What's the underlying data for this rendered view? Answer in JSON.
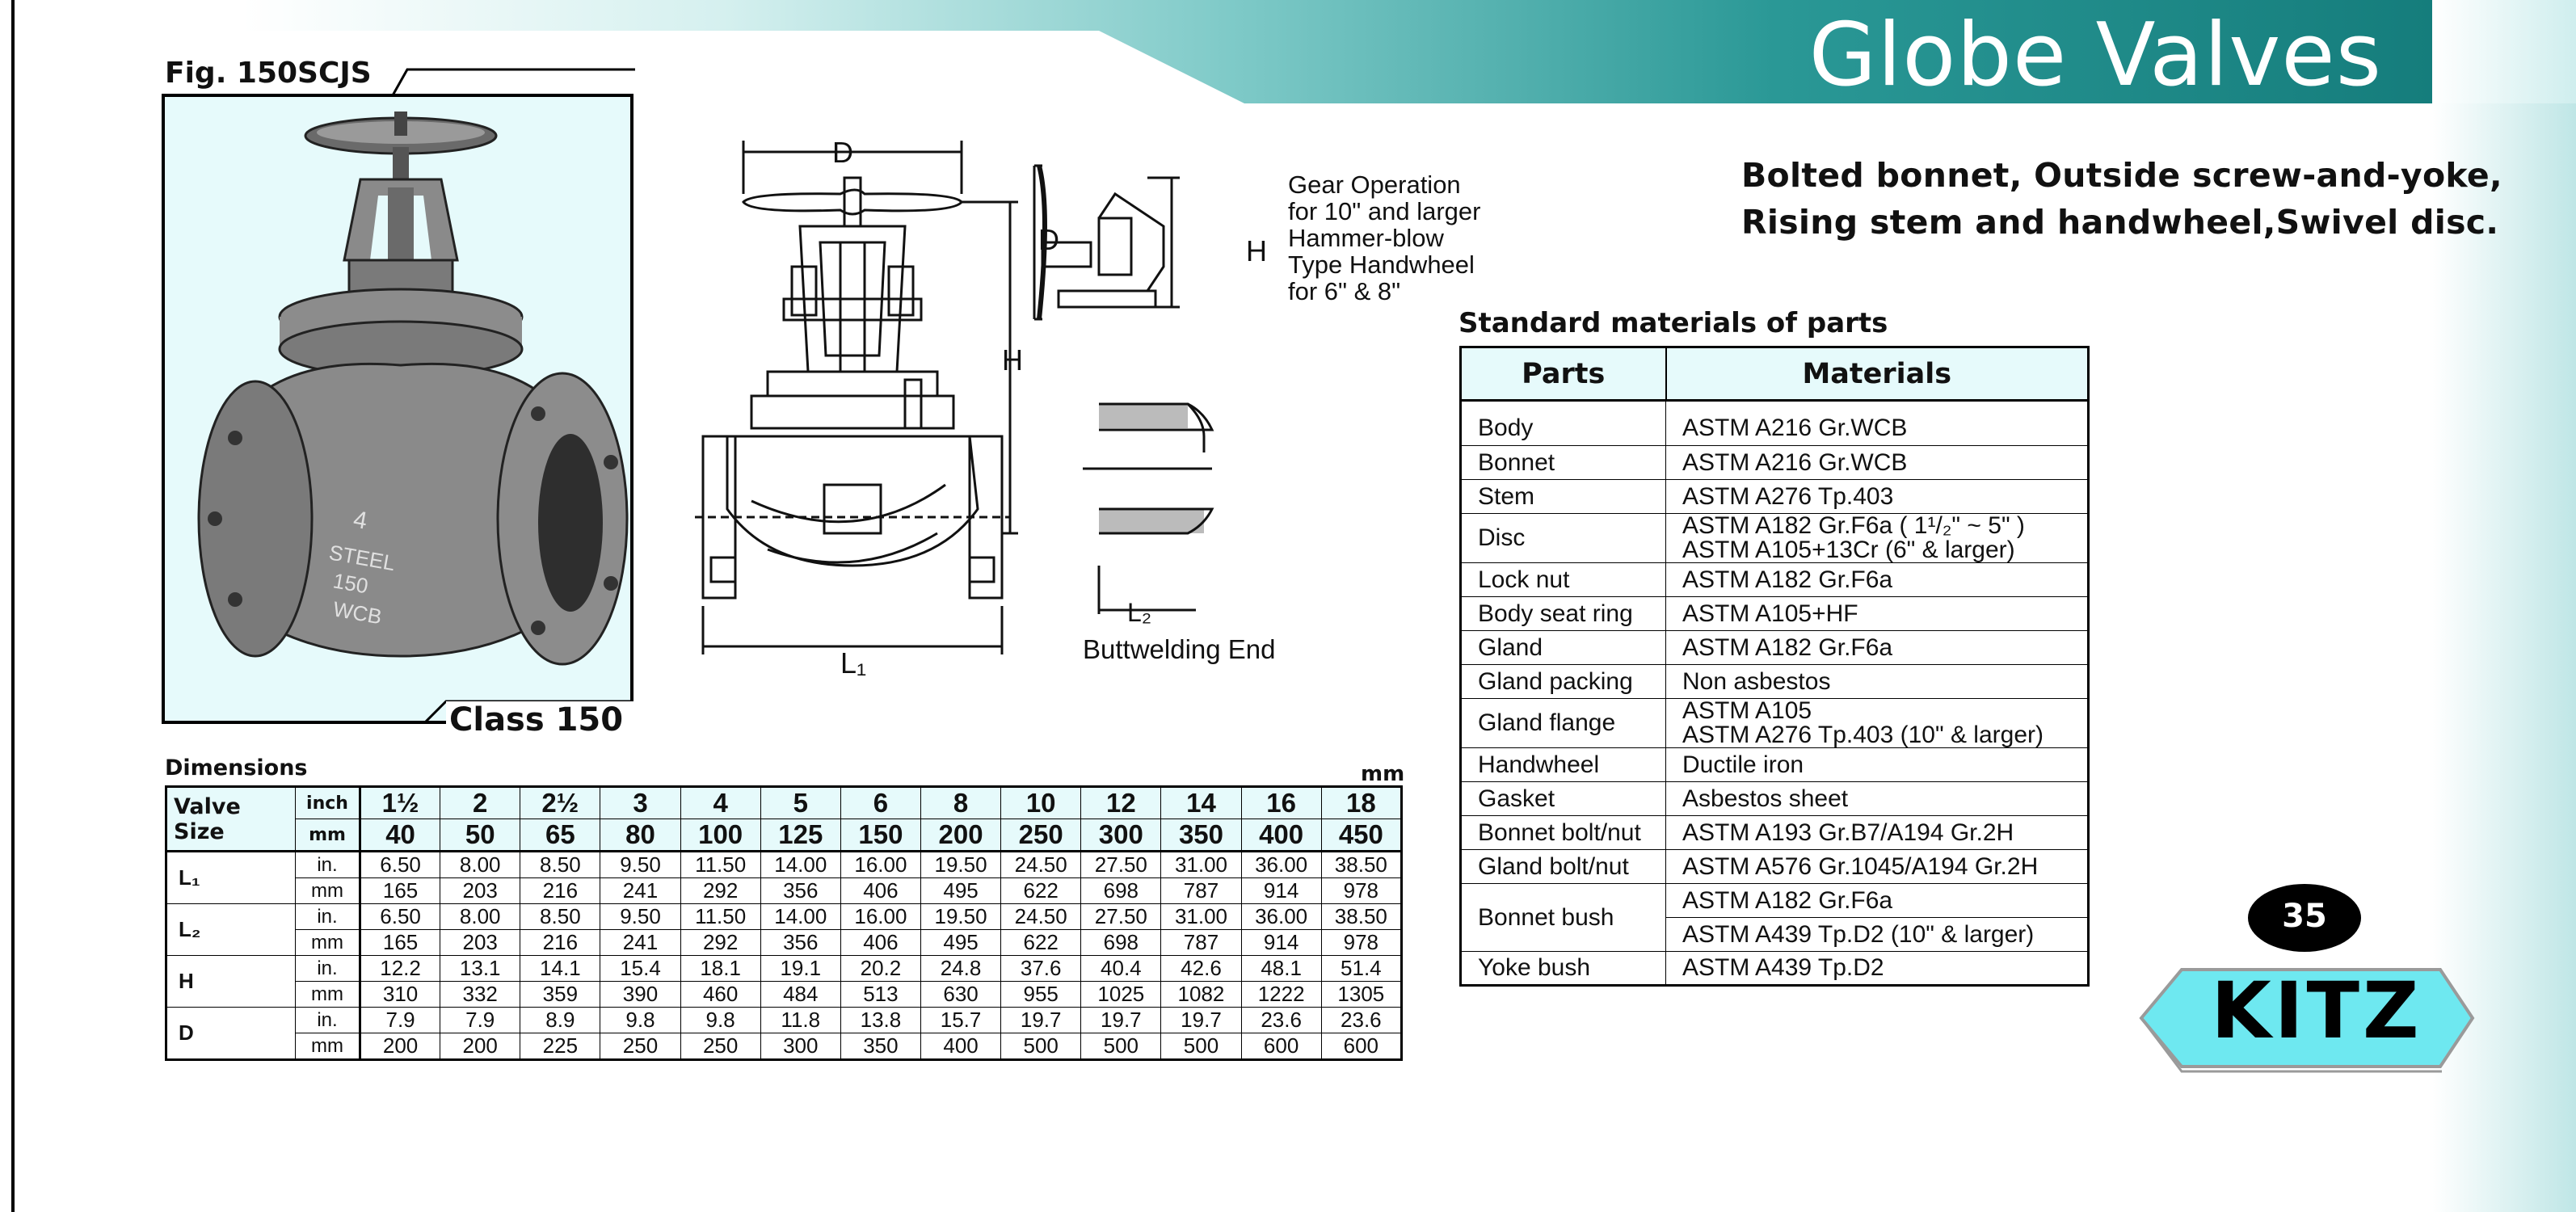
{
  "header": {
    "title": "Globe Valves",
    "band_color": "#1a8d8c",
    "band_light": "#cfeeee"
  },
  "subtitle": {
    "line1": "Bolted bonnet, Outside screw-and-yoke,",
    "line2": "Rising stem and handwheel,Swivel disc."
  },
  "figure": {
    "fig_label": "Fig. 150SCJS",
    "class_label": "Class 150",
    "photo_bg": "#e6fafb"
  },
  "drawing": {
    "gear_note": [
      "Gear Operation",
      "for 10\" and larger",
      "Hammer-blow",
      "Type Handwheel",
      "for 6\" & 8\""
    ],
    "buttwelding_label": "Buttwelding End",
    "dim_d": "D",
    "dim_h": "H",
    "dim_l1": "L₁",
    "dim_l2": "L₂"
  },
  "dimensions": {
    "title": "Dimensions",
    "unit_note": "mm",
    "valve_size_label": "Valve Size",
    "inch_label": "inch",
    "mm_label": "mm",
    "sizes_inch": [
      "1½",
      "2",
      "2½",
      "3",
      "4",
      "5",
      "6",
      "8",
      "10",
      "12",
      "14",
      "16",
      "18"
    ],
    "sizes_mm": [
      "40",
      "50",
      "65",
      "80",
      "100",
      "125",
      "150",
      "200",
      "250",
      "300",
      "350",
      "400",
      "450"
    ],
    "rows": [
      {
        "name": "L₁",
        "in": [
          "6.50",
          "8.00",
          "8.50",
          "9.50",
          "11.50",
          "14.00",
          "16.00",
          "19.50",
          "24.50",
          "27.50",
          "31.00",
          "36.00",
          "38.50"
        ],
        "mm": [
          "165",
          "203",
          "216",
          "241",
          "292",
          "356",
          "406",
          "495",
          "622",
          "698",
          "787",
          "914",
          "978"
        ]
      },
      {
        "name": "L₂",
        "in": [
          "6.50",
          "8.00",
          "8.50",
          "9.50",
          "11.50",
          "14.00",
          "16.00",
          "19.50",
          "24.50",
          "27.50",
          "31.00",
          "36.00",
          "38.50"
        ],
        "mm": [
          "165",
          "203",
          "216",
          "241",
          "292",
          "356",
          "406",
          "495",
          "622",
          "698",
          "787",
          "914",
          "978"
        ]
      },
      {
        "name": "H",
        "in": [
          "12.2",
          "13.1",
          "14.1",
          "15.4",
          "18.1",
          "19.1",
          "20.2",
          "24.8",
          "37.6",
          "40.4",
          "42.6",
          "48.1",
          "51.4"
        ],
        "mm": [
          "310",
          "332",
          "359",
          "390",
          "460",
          "484",
          "513",
          "630",
          "955",
          "1025",
          "1082",
          "1222",
          "1305"
        ]
      },
      {
        "name": "D",
        "in": [
          "7.9",
          "7.9",
          "8.9",
          "9.8",
          "9.8",
          "11.8",
          "13.8",
          "15.7",
          "19.7",
          "19.7",
          "19.7",
          "23.6",
          "23.6"
        ],
        "mm": [
          "200",
          "200",
          "225",
          "250",
          "250",
          "300",
          "350",
          "400",
          "500",
          "500",
          "500",
          "600",
          "600"
        ]
      }
    ],
    "unit_in": "in.",
    "unit_mm": "mm"
  },
  "materials": {
    "title": "Standard materials of parts",
    "col_parts": "Parts",
    "col_materials": "Materials",
    "rows": [
      {
        "part": "Body",
        "material": [
          "ASTM A216 Gr.WCB"
        ]
      },
      {
        "part": "Bonnet",
        "material": [
          "ASTM A216 Gr.WCB"
        ]
      },
      {
        "part": "Stem",
        "material": [
          "ASTM A276 Tp.403"
        ]
      },
      {
        "part": "Disc",
        "material": [
          "ASTM A182 Gr.F6a ( 1¹/₂\" ~ 5\" )",
          "ASTM A105+13Cr (6\" & larger)"
        ]
      },
      {
        "part": "Lock nut",
        "material": [
          "ASTM A182 Gr.F6a"
        ]
      },
      {
        "part": "Body seat ring",
        "material": [
          "ASTM A105+HF"
        ]
      },
      {
        "part": "Gland",
        "material": [
          "ASTM A182 Gr.F6a"
        ]
      },
      {
        "part": "Gland packing",
        "material": [
          "Non asbestos"
        ]
      },
      {
        "part": "Gland flange",
        "material": [
          "ASTM A105",
          "ASTM A276 Tp.403 (10\" & larger)"
        ]
      },
      {
        "part": "Handwheel",
        "material": [
          "Ductile iron"
        ]
      },
      {
        "part": "Gasket",
        "material": [
          "Asbestos sheet"
        ]
      },
      {
        "part": "Bonnet bolt/nut",
        "material": [
          "ASTM A193 Gr.B7/A194 Gr.2H"
        ]
      },
      {
        "part": "Gland bolt/nut",
        "material": [
          "ASTM A576 Gr.1045/A194 Gr.2H"
        ]
      },
      {
        "part": "Bonnet bush",
        "material": [
          "ASTM A182 Gr.F6a",
          "ASTM A439 Tp.D2 (10\" & larger)"
        ],
        "split": true
      },
      {
        "part": "Yoke bush",
        "material": [
          "ASTM A439 Tp.D2"
        ]
      }
    ]
  },
  "logo": {
    "page_number": "35",
    "brand": "KITZ",
    "logo_color": "#6ee8f0"
  }
}
